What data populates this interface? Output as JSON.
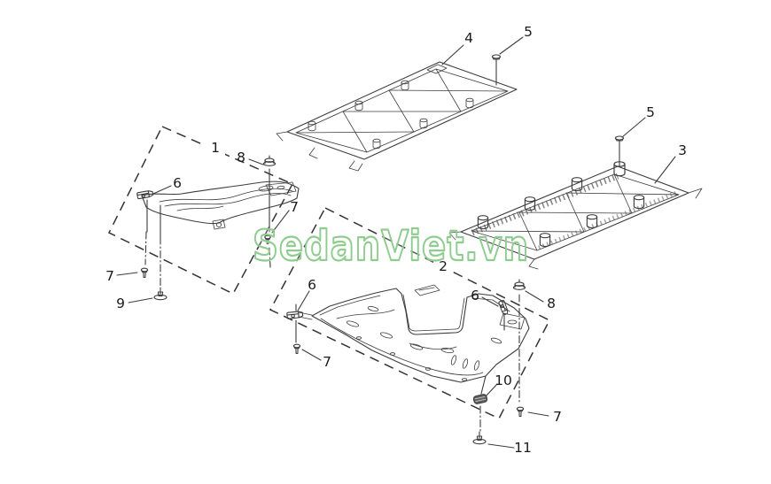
{
  "watermark": {
    "text": "SedanViet.vn",
    "color": "#8fcc8f",
    "fill": "rgba(255,255,255,0.18)"
  },
  "colors": {
    "background": "#ffffff",
    "line": "#3d3d3d",
    "label": "#1a1a1a"
  },
  "callouts": [
    {
      "label": "4"
    },
    {
      "label": "5"
    },
    {
      "label": "5"
    },
    {
      "label": "3"
    },
    {
      "label": "1"
    },
    {
      "label": "8"
    },
    {
      "label": "6"
    },
    {
      "label": "7"
    },
    {
      "label": "7"
    },
    {
      "label": "9"
    },
    {
      "label": "2"
    },
    {
      "label": "6"
    },
    {
      "label": "6"
    },
    {
      "label": "8"
    },
    {
      "label": "7"
    },
    {
      "label": "10"
    },
    {
      "label": "7"
    },
    {
      "label": "11"
    }
  ]
}
